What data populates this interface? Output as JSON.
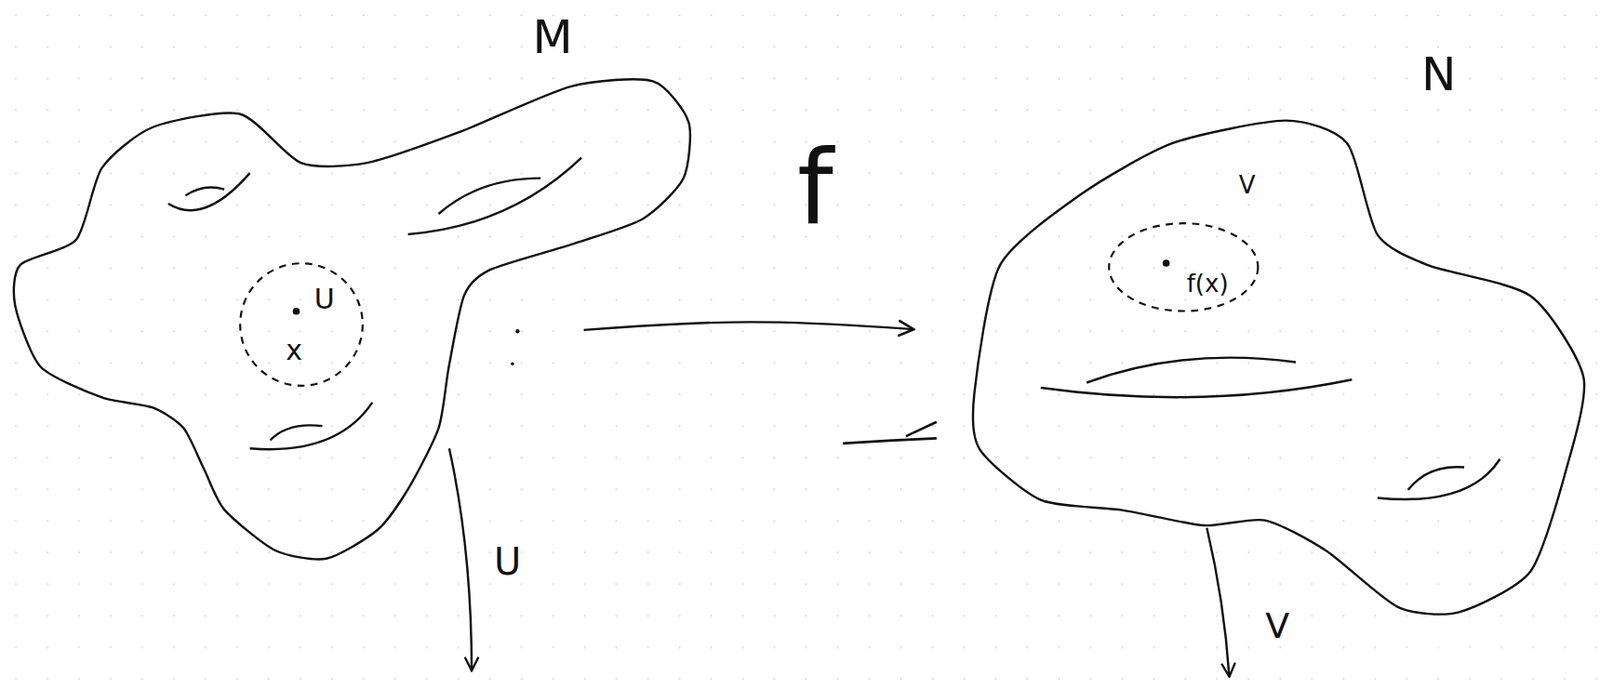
{
  "diagram": {
    "nodes": [
      {
        "text": [
          "M"
        ]
      },
      {
        "text": [
          "U",
          "x"
        ],
        "in": 0
      },
      {
        "text": [
          "N"
        ]
      },
      {
        "text": [
          "V",
          "f(x)"
        ],
        "in": 2
      }
    ],
    "edges": [
      {
        "from": 0,
        "to": 2,
        "label": "f",
        "arrow": "to"
      }
    ],
    "labels": [
      "U",
      "V"
    ]
  }
}
